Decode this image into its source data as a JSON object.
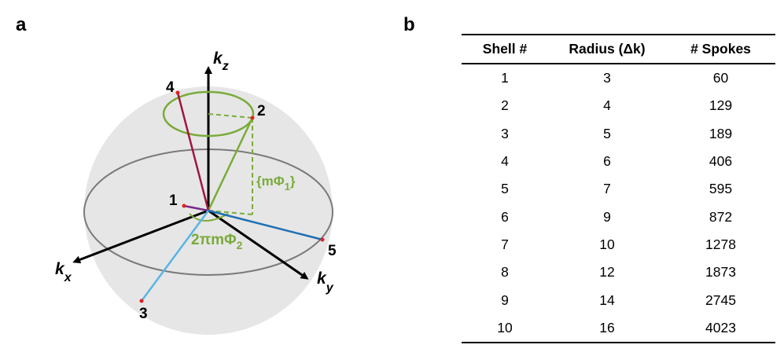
{
  "panel_a": {
    "label": "a",
    "axes": {
      "kz": "k",
      "kz_sub": "z",
      "kx": "k",
      "kx_sub": "x",
      "ky": "k",
      "ky_sub": "y"
    },
    "points": {
      "p1": "1",
      "p2": "2",
      "p3": "3",
      "p4": "4",
      "p5": "5"
    },
    "annotations": {
      "polar": "{mΦ",
      "polar_sub": "1",
      "polar_close": "}",
      "azimuth": "2πmΦ",
      "azimuth_sub": "2"
    },
    "colors": {
      "sphere": "#e6e6e6",
      "green": "#7aab3a",
      "dark_red": "#a0153e",
      "purple": "#7a2a8a",
      "light_blue": "#5ab4e6",
      "blue": "#1f6fb3",
      "dot": "#e02020"
    }
  },
  "panel_b": {
    "label": "b",
    "headers": [
      "Shell #",
      "Radius (Δk)",
      "# Spokes"
    ],
    "rows": [
      [
        "1",
        "3",
        "60"
      ],
      [
        "2",
        "4",
        "129"
      ],
      [
        "3",
        "5",
        "189"
      ],
      [
        "4",
        "6",
        "406"
      ],
      [
        "5",
        "7",
        "595"
      ],
      [
        "6",
        "9",
        "872"
      ],
      [
        "7",
        "10",
        "1278"
      ],
      [
        "8",
        "12",
        "1873"
      ],
      [
        "9",
        "14",
        "2745"
      ],
      [
        "10",
        "16",
        "4023"
      ]
    ]
  }
}
